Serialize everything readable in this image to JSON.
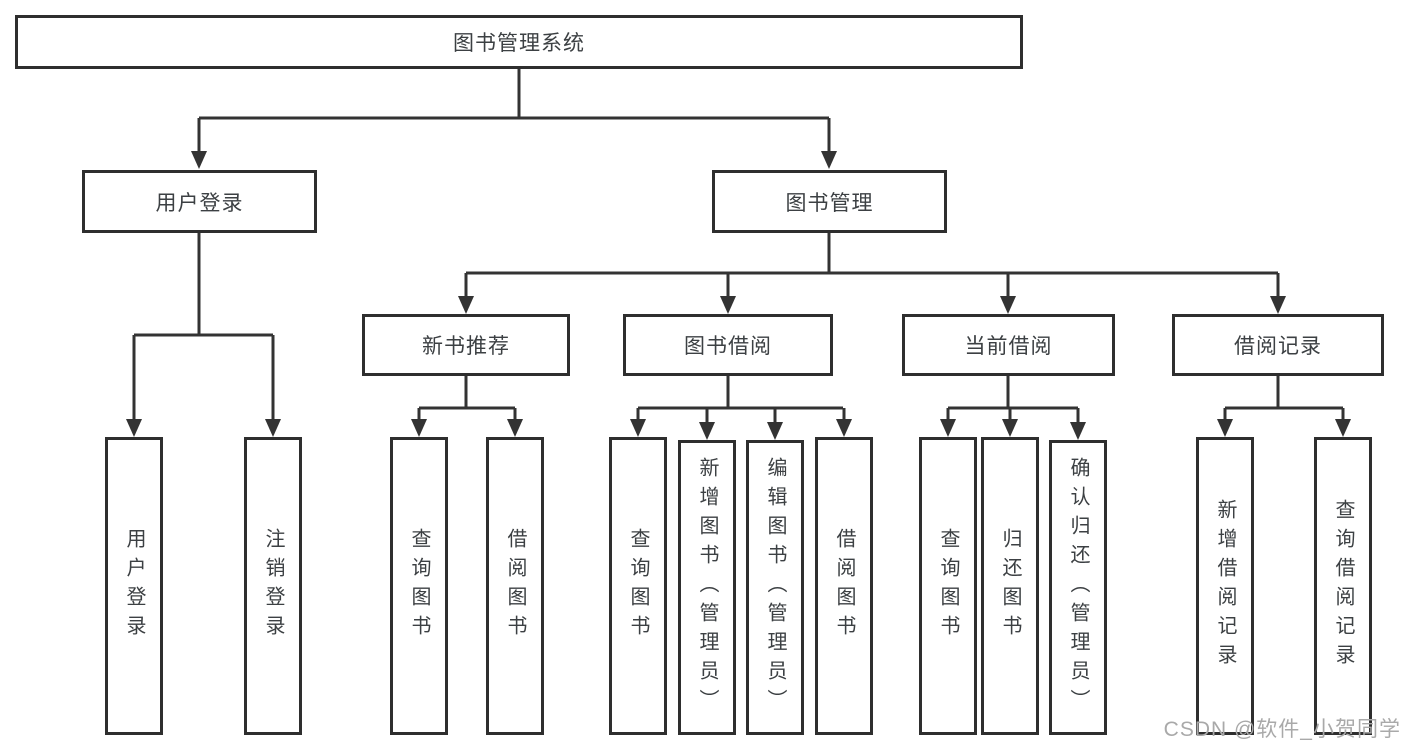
{
  "diagram": {
    "type": "hierarchy-tree",
    "root": {
      "label": "图书管理系统"
    },
    "branches": [
      {
        "label": "用户登录",
        "children": [
          {
            "label": "用户登录"
          },
          {
            "label": "注销登录"
          }
        ]
      },
      {
        "label": "图书管理",
        "children": [
          {
            "label": "新书推荐",
            "children": [
              {
                "label": "查询图书"
              },
              {
                "label": "借阅图书"
              }
            ]
          },
          {
            "label": "图书借阅",
            "children": [
              {
                "label": "查询图书"
              },
              {
                "label": "新增图书（管理员）"
              },
              {
                "label": "编辑图书（管理员）"
              },
              {
                "label": "借阅图书"
              }
            ]
          },
          {
            "label": "当前借阅",
            "children": [
              {
                "label": "查询图书"
              },
              {
                "label": "归还图书"
              },
              {
                "label": "确认归还（管理员）"
              }
            ]
          },
          {
            "label": "借阅记录",
            "children": [
              {
                "label": "新增借阅记录"
              },
              {
                "label": "查询借阅记录"
              }
            ]
          }
        ]
      }
    ]
  },
  "watermark": {
    "text": "CSDN @软件_小贺同学"
  },
  "colors": {
    "line": "#333333",
    "box_border": "#2e2e2e",
    "text": "#3c4043",
    "background": "#ffffff",
    "watermark": "#a9a9a9"
  }
}
